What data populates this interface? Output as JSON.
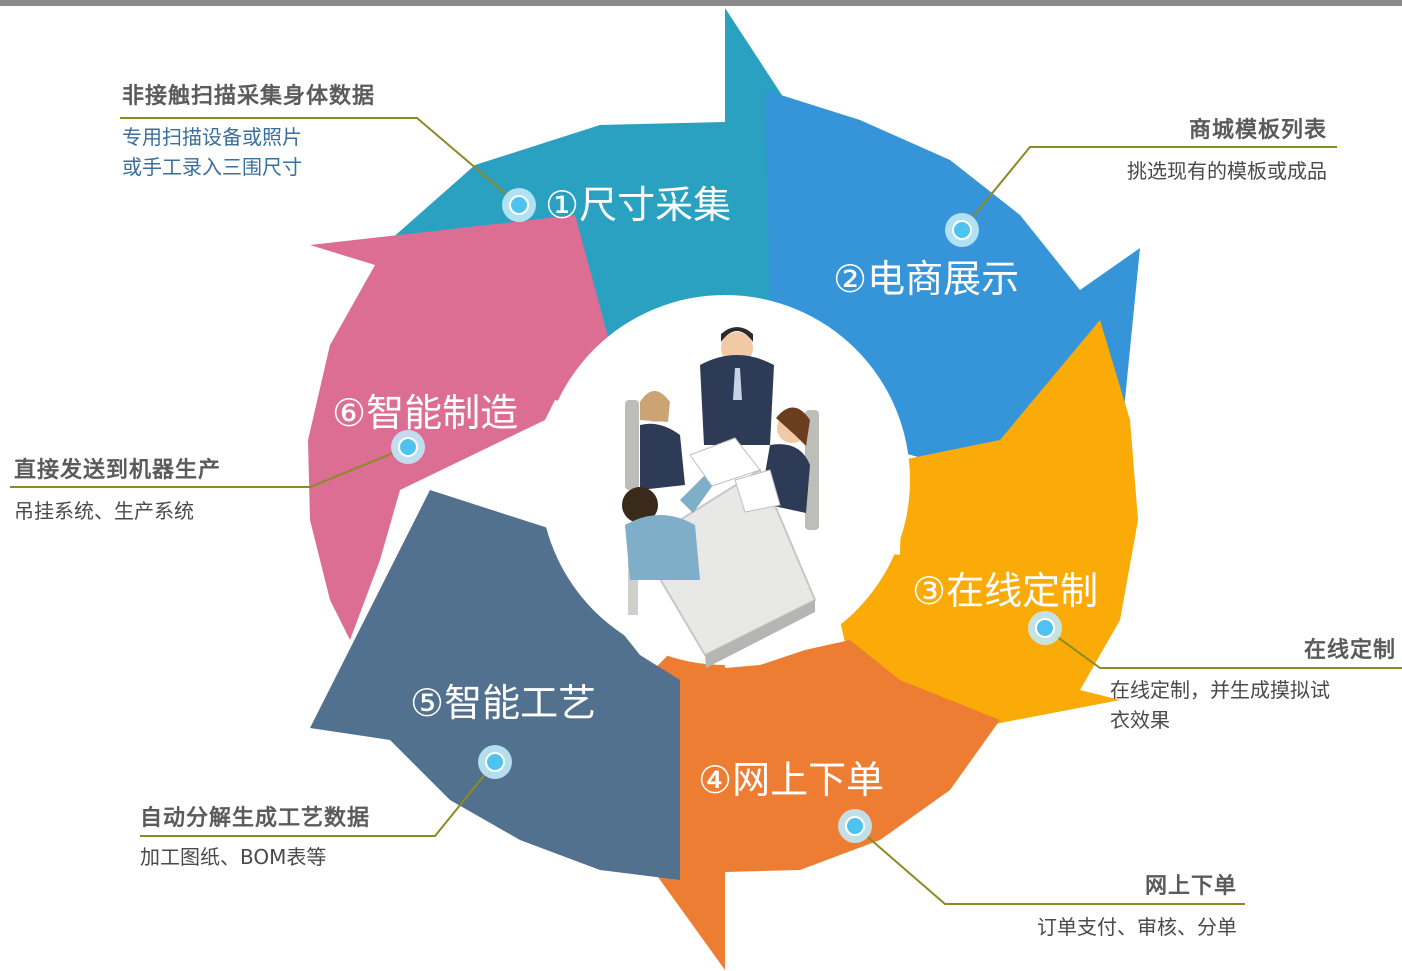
{
  "steps": [
    {
      "label": "①尺寸采集",
      "color": "#2aa1c0"
    },
    {
      "label": "②电商展示",
      "color": "#3695d8"
    },
    {
      "label": "③在线定制",
      "color": "#fbab08"
    },
    {
      "label": "④网上下单",
      "color": "#ee7d34"
    },
    {
      "label": "⑤智能工艺",
      "color": "#52718f"
    },
    {
      "label": "⑥智能制造",
      "color": "#dc6e94"
    }
  ],
  "notes": {
    "n1": {
      "title": "非接触扫描采集身体数据",
      "line1": "专用扫描设备或照片",
      "line2": "或手工录入三围尺寸"
    },
    "n2": {
      "title": "商城模板列表",
      "line1": "挑选现有的模板或成品"
    },
    "n3": {
      "title": "在线定制",
      "line1": "在线定制，并生成摸拟试",
      "line2": "衣效果"
    },
    "n4": {
      "title": "网上下单",
      "line1": "订单支付、审核、分单"
    },
    "n5": {
      "title": "自动分解生成工艺数据",
      "line1": "加工图纸、BOM表等"
    },
    "n6": {
      "title": "直接发送到机器生产",
      "line1": "吊挂系统、生产系统"
    }
  },
  "leader_color": "#8b8b24",
  "dot_color": "#4fc3ef"
}
